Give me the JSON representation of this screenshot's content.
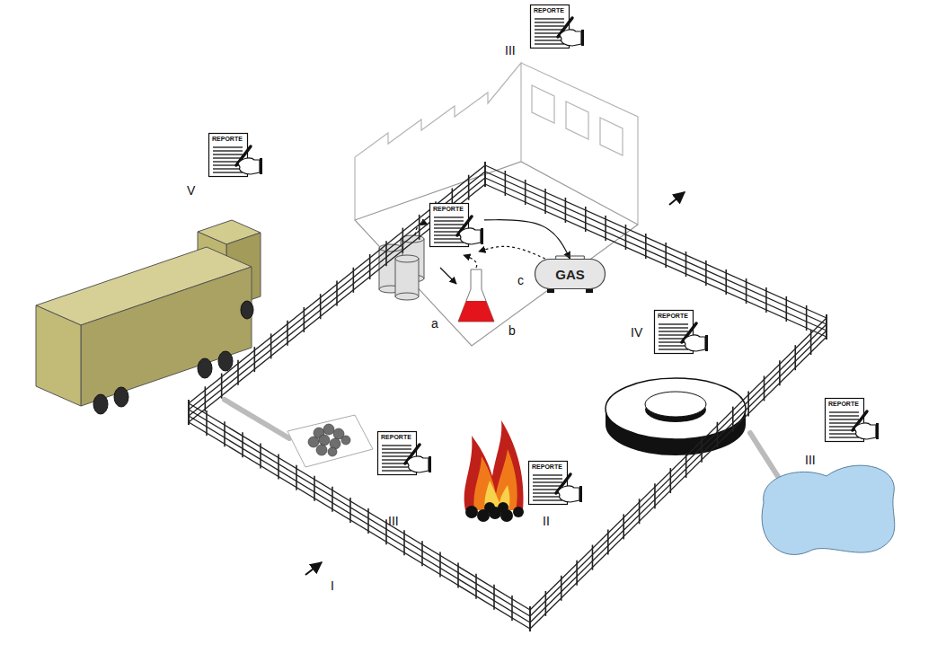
{
  "diagram": {
    "nodes": [
      {
        "text": [
          "REPORTE"
        ]
      },
      {
        "text": [
          "REPORTE"
        ]
      },
      {
        "text": [
          "REPORTE"
        ]
      },
      {
        "text": [
          "GAS"
        ]
      },
      {
        "text": [
          "REPORTE"
        ]
      },
      {
        "text": [
          "REPORTE"
        ]
      },
      {
        "text": [
          "REPORTE"
        ]
      },
      {
        "text": [
          "REPORTE"
        ]
      }
    ],
    "edges": [
      {
        "from": 3,
        "to": 2,
        "arrow": "to"
      },
      {
        "from": 2,
        "to": 3,
        "arrow": "to"
      }
    ],
    "labels": [
      "III",
      "V",
      "c",
      "a",
      "b",
      "IV",
      "III",
      "III",
      "II",
      "I"
    ]
  }
}
